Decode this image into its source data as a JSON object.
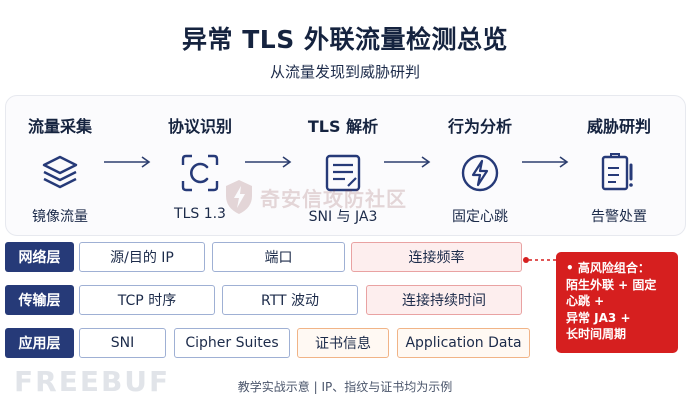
{
  "title": "异常 TLS 外联流量检测总览",
  "subtitle": "从流量发现到威胁研判",
  "steps": [
    {
      "title": "流量采集",
      "desc": "镜像流量",
      "icon": "layers-icon"
    },
    {
      "title": "协议识别",
      "desc": "TLS 1.3",
      "icon": "scan-c-icon"
    },
    {
      "title": "TLS 解析",
      "desc": "SNI 与 JA3",
      "icon": "document-icon"
    },
    {
      "title": "行为分析",
      "desc": "固定心跳",
      "icon": "lightning-icon"
    },
    {
      "title": "威胁研判",
      "desc": "告警处置",
      "icon": "alert-document-icon"
    }
  ],
  "watermark": "奇安信攻防社区",
  "layers": [
    {
      "label": "网络层",
      "chips": [
        "源/目的 IP",
        "端口",
        "连接频率"
      ]
    },
    {
      "label": "传输层",
      "chips": [
        "TCP 时序",
        "RTT 波动",
        "连接持续时间"
      ]
    },
    {
      "label": "应用层",
      "chips": [
        "SNI",
        "Cipher Suites",
        "证书信息",
        "Application Data"
      ]
    }
  ],
  "risk": {
    "lines": [
      "• 高风险组合：",
      "陌生外联 + 固定",
      "心跳 +",
      "异常 JA3 +",
      "长时间周期"
    ]
  },
  "footer": "教学实战示意 | IP、指纹与证书均为示例",
  "brand": "FREEBUF",
  "colors": {
    "layer_label": "#263a78",
    "risk": "#d61f1f",
    "highlight_red": "#e9a2a2",
    "highlight_orange": "#f1b487"
  }
}
